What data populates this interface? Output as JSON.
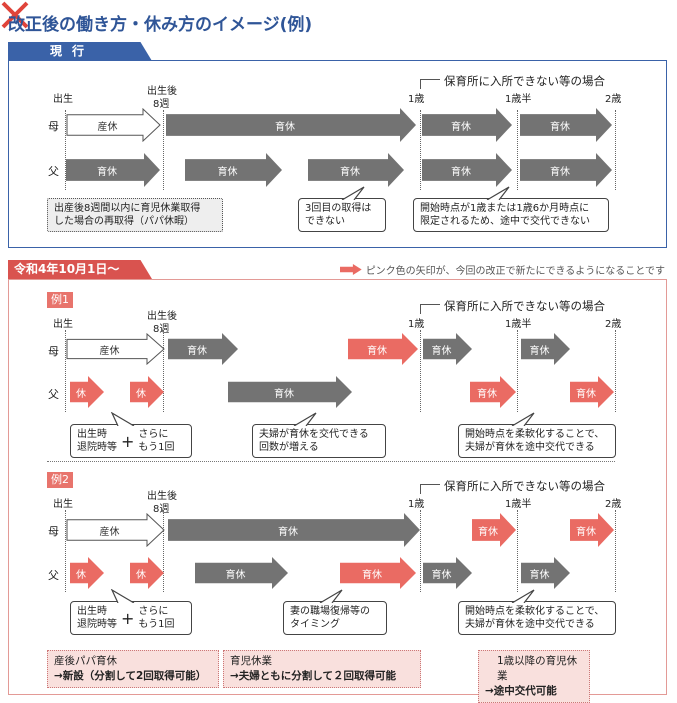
{
  "title": "改正後の働き方・休み方のイメージ(例)",
  "current": {
    "tab": "現行",
    "timeline": {
      "birth": "出生",
      "after_birth": "出生後",
      "week8": "8週",
      "age1": "1歳",
      "age1_5": "1歳半",
      "age2": "2歳",
      "nursery_case": "保育所に入所できない等の場合"
    },
    "rows": {
      "mother": "母",
      "father": "父"
    },
    "mother_arrows": [
      "産休",
      "育休",
      "育休",
      "育休"
    ],
    "father_arrows": [
      "育休",
      "育休",
      "育休",
      "育休",
      "育休"
    ],
    "notes": {
      "papa_leave": [
        "出産後8週間以内に育児休業取得",
        "した場合の再取得（パパ休暇）"
      ],
      "third_time": [
        "3回目の取得は",
        "できない"
      ],
      "start_fixed": [
        "開始時点が1歳または1歳6か月時点に",
        "限定されるため、途中で交代できない"
      ]
    }
  },
  "new": {
    "tab": "令和4年10月1日～",
    "legend": "ピンク色の矢印が、今回の改正で新たにできるようになることです",
    "colors": {
      "pink": "#ea6b63",
      "gray": "#737373",
      "blue": "#3a62a8"
    },
    "ex1": {
      "label": "例1",
      "mother_arrows": [
        "産休",
        "育休",
        "育休",
        "育休",
        "育休"
      ],
      "father_arrows": [
        "休",
        "休",
        "育休",
        "育休",
        "育休"
      ],
      "notes": {
        "birth": [
          "出生時",
          "退院時等"
        ],
        "plus": "+",
        "again": [
          "さらに",
          "もう1回"
        ],
        "swap_count": [
          "夫婦が育休を交代できる",
          "回数が増える"
        ],
        "flex": [
          "開始時点を柔軟化することで、",
          "夫婦が育休を途中交代できる"
        ]
      }
    },
    "ex2": {
      "label": "例2",
      "mother_arrows": [
        "産休",
        "育休",
        "育休",
        "育休"
      ],
      "father_arrows": [
        "休",
        "休",
        "育休",
        "育休",
        "育休",
        "育休"
      ],
      "notes": {
        "birth": [
          "出生時",
          "退院時等"
        ],
        "plus": "+",
        "again": [
          "さらに",
          "もう1回"
        ],
        "return": [
          "妻の職場復帰等の",
          "タイミング"
        ],
        "flex": [
          "開始時点を柔軟化することで、",
          "夫婦が育休を途中交代できる"
        ]
      }
    },
    "summary": [
      {
        "title": "産後パパ育休",
        "detail": "→新設（分割して2回取得可能）"
      },
      {
        "title": "育児休業",
        "detail": "→夫婦ともに分割して２回取得可能"
      },
      {
        "title": "1歳以降の育児休業",
        "detail": "→途中交代可能"
      }
    ]
  }
}
